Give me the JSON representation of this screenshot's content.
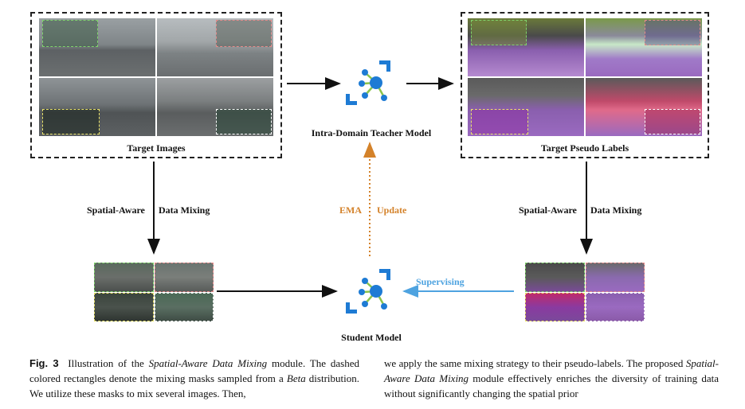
{
  "labels": {
    "target_images": "Target Images",
    "teacher_model": "Intra-Domain Teacher Model",
    "target_pseudo_labels": "Target Pseudo Labels",
    "mix_left_a": "Spatial-Aware",
    "mix_left_b": "Data Mixing",
    "ema_a": "EMA",
    "ema_b": "Update",
    "mix_right_a": "Spatial-Aware",
    "mix_right_b": "Data Mixing",
    "supervising": "Supervising",
    "student_model": "Student Model"
  },
  "caption": {
    "fig_label": "Fig. 3",
    "left": {
      "t1": "Illustration of the ",
      "i1": "Spatial-Aware Data Mixing",
      "t2": " module. The dashed colored rectangles denote the mixing masks sampled from a ",
      "i2": "Beta",
      "t3": " distribution. We utilize these masks to mix several images. Then,"
    },
    "right": {
      "t1": "we apply the same mixing strategy to their pseudo-labels. The proposed ",
      "i1": "Spatial-Aware Data Mixing",
      "t2": " module effectively enriches the diversity of training data without significantly changing the spatial prior"
    }
  },
  "colors": {
    "ema_arrow": "#d4822a",
    "supervising": "#4ea3e0",
    "model_icon_blue": "#1e7bd4",
    "model_icon_green": "#8bc34a",
    "mask_yellow": "#e9e26a",
    "mask_pink": "#e58a8a",
    "mask_white": "#ffffff",
    "mask_green": "#7fd36b"
  },
  "icons": [
    "neural-network-icon",
    "neural-network-icon"
  ]
}
